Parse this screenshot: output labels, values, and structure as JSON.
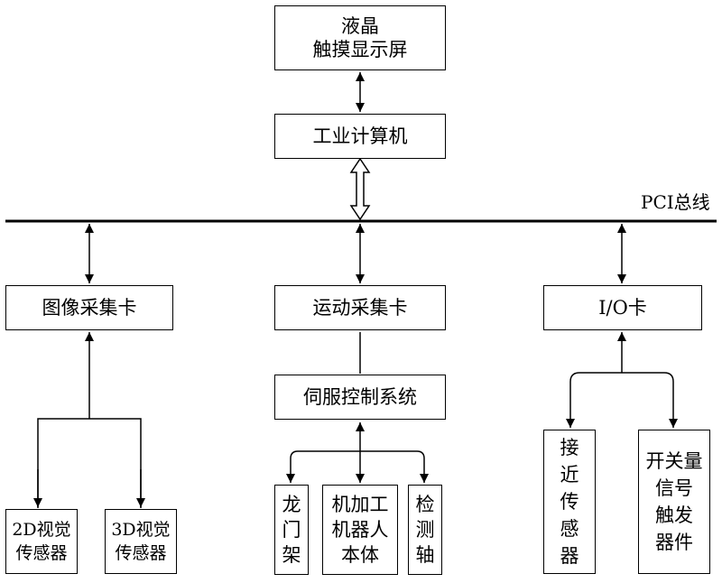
{
  "bus_label": "PCI总线",
  "boxes": {
    "lcd": "液晶\n触摸显示屏",
    "ipc": "工业计算机",
    "image_card": "图像采集卡",
    "motion_card": "运动采集卡",
    "io_card": "I/O卡",
    "servo": "伺服控制系统",
    "sensor_2d": "2D视觉\n传感器",
    "sensor_3d": "3D视觉\n传感器",
    "gantry": "龙门架",
    "robot": "机加工\n机器人\n本体",
    "axis": "检测轴",
    "proximity": "接近传感器",
    "switch_signal": "开关量\n信号\n触发\n器件"
  }
}
